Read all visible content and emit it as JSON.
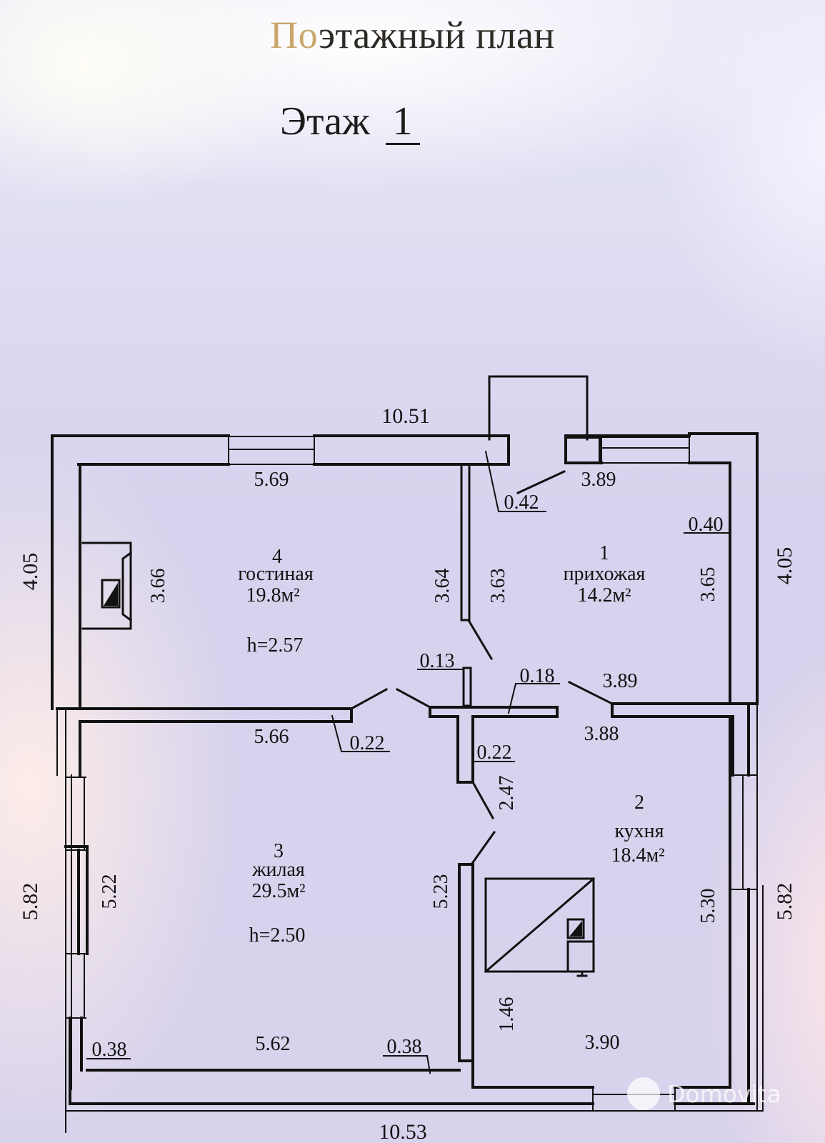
{
  "header": {
    "title_faded": "По",
    "title_rest": "этажный план",
    "floor_label": "Этаж",
    "floor_number": "1"
  },
  "overall_dimensions": {
    "top_width": "10.51",
    "bottom_width": "10.53",
    "left_upper": "4.05",
    "left_lower": "5.82",
    "right_upper": "4.05",
    "right_lower": "5.82"
  },
  "rooms": [
    {
      "number": "1",
      "name": "прихожая",
      "area": "14.2м²",
      "width_top": "3.89",
      "width_bottom": "3.89",
      "height_left": "3.63",
      "height_right": "3.65"
    },
    {
      "number": "2",
      "name": "кухня",
      "area": "18.4м²",
      "width_top": "3.88",
      "width_bottom": "3.90",
      "height_right": "5.30",
      "height_left_upper": "2.47",
      "height_left_lower": "1.46"
    },
    {
      "number": "3",
      "name": "жилая",
      "area": "29.5м²",
      "ceiling": "h=2.50",
      "width_top": "5.66",
      "width_bottom": "5.62",
      "height_left": "5.22",
      "height_right": "5.23"
    },
    {
      "number": "4",
      "name": "гостиная",
      "area": "19.8м²",
      "ceiling": "h=2.57",
      "width_top": "5.69",
      "height_left": "3.66",
      "height_right": "3.64"
    }
  ],
  "wall_thickness": {
    "entrance": "0.42",
    "east_upper": "0.40",
    "partition_small": "0.13",
    "partition_hall": "0.18",
    "partition_living": "0.22",
    "partition_kitchen": "0.22",
    "west_lower": "0.38",
    "south": "0.38"
  },
  "watermark": {
    "text": "Domovita"
  }
}
